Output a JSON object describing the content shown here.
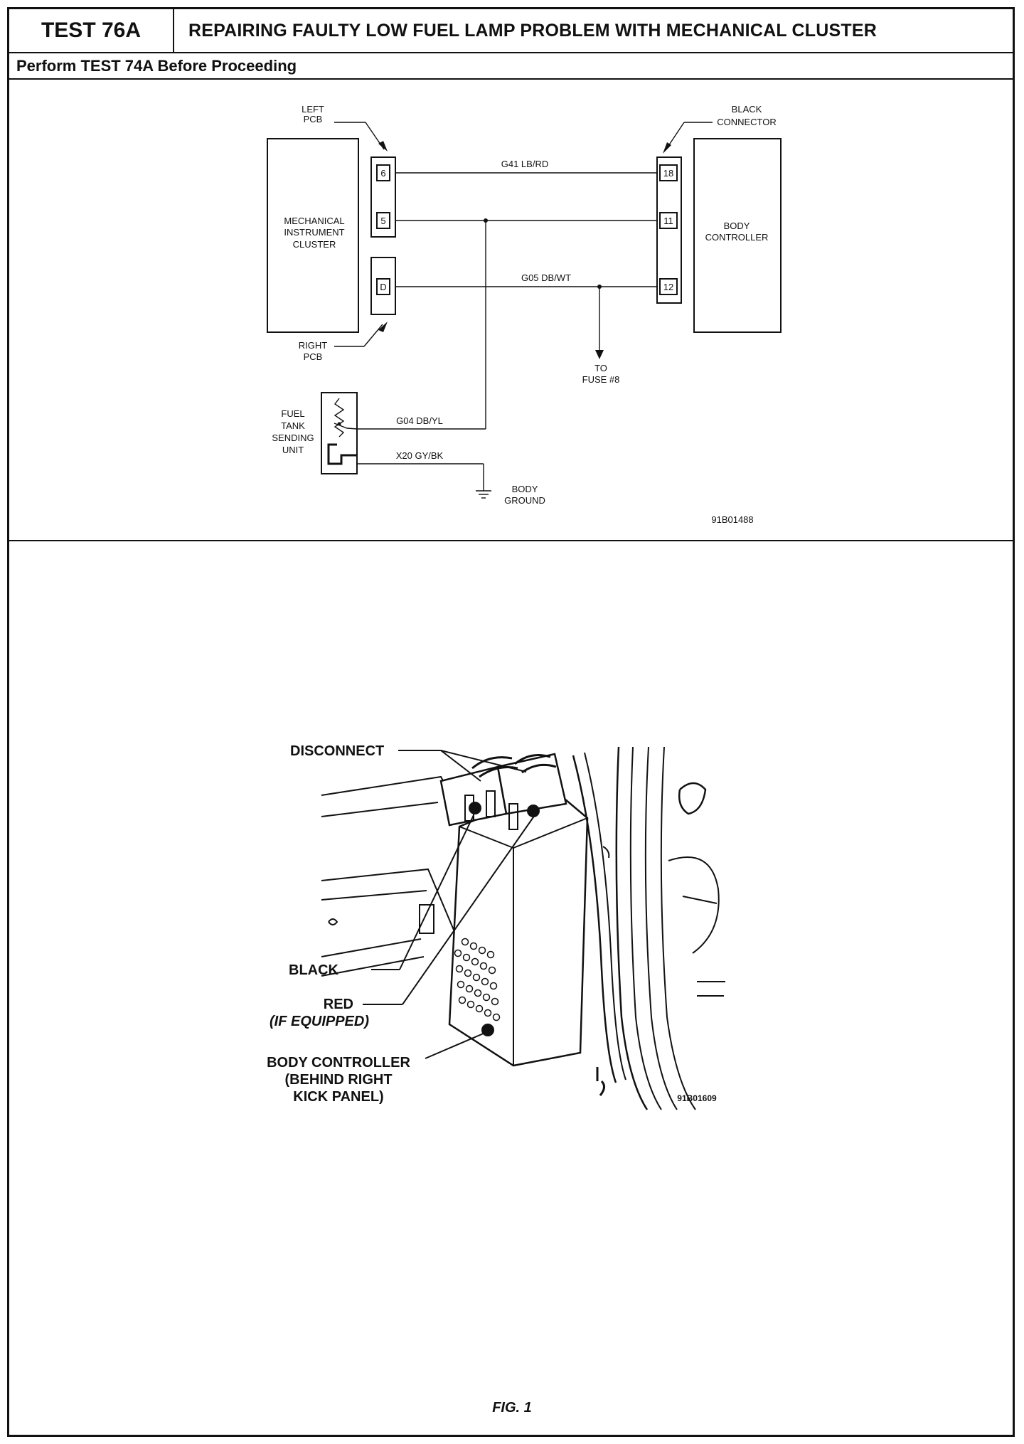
{
  "header": {
    "test_id": "TEST 76A",
    "test_title": "REPAIRING FAULTY LOW FUEL LAMP PROBLEM WITH MECHANICAL CLUSTER",
    "prerequisite": "Perform TEST 74A Before Proceeding"
  },
  "schematic": {
    "left_pcb": [
      "LEFT",
      "PCB"
    ],
    "right_pcb": [
      "RIGHT",
      "PCB"
    ],
    "black_connector": [
      "BLACK",
      "CONNECTOR"
    ],
    "cluster": [
      "MECHANICAL",
      "INSTRUMENT",
      "CLUSTER"
    ],
    "body_controller": [
      "BODY",
      "CONTROLLER"
    ],
    "cluster_pins": [
      "6",
      "5",
      "D"
    ],
    "controller_pins": [
      "18",
      "11",
      "12"
    ],
    "wire_1": "G41 LB/RD",
    "wire_2": "G05 DB/WT",
    "wire_3": "G04 DB/YL",
    "wire_4": "X20 GY/BK",
    "fuse": [
      "TO",
      "FUSE #8"
    ],
    "sender": [
      "FUEL",
      "TANK",
      "SENDING",
      "UNIT"
    ],
    "ground": [
      "BODY",
      "GROUND"
    ],
    "figure_id": "91B01488"
  },
  "illustration": {
    "disconnect": "DISCONNECT",
    "black": "BLACK",
    "red": "RED",
    "red_note": "(IF EQUIPPED)",
    "body_controller": [
      "BODY CONTROLLER",
      "(BEHIND RIGHT",
      "KICK PANEL)"
    ],
    "figure_id": "91B01609"
  },
  "figure_caption": "FIG. 1"
}
